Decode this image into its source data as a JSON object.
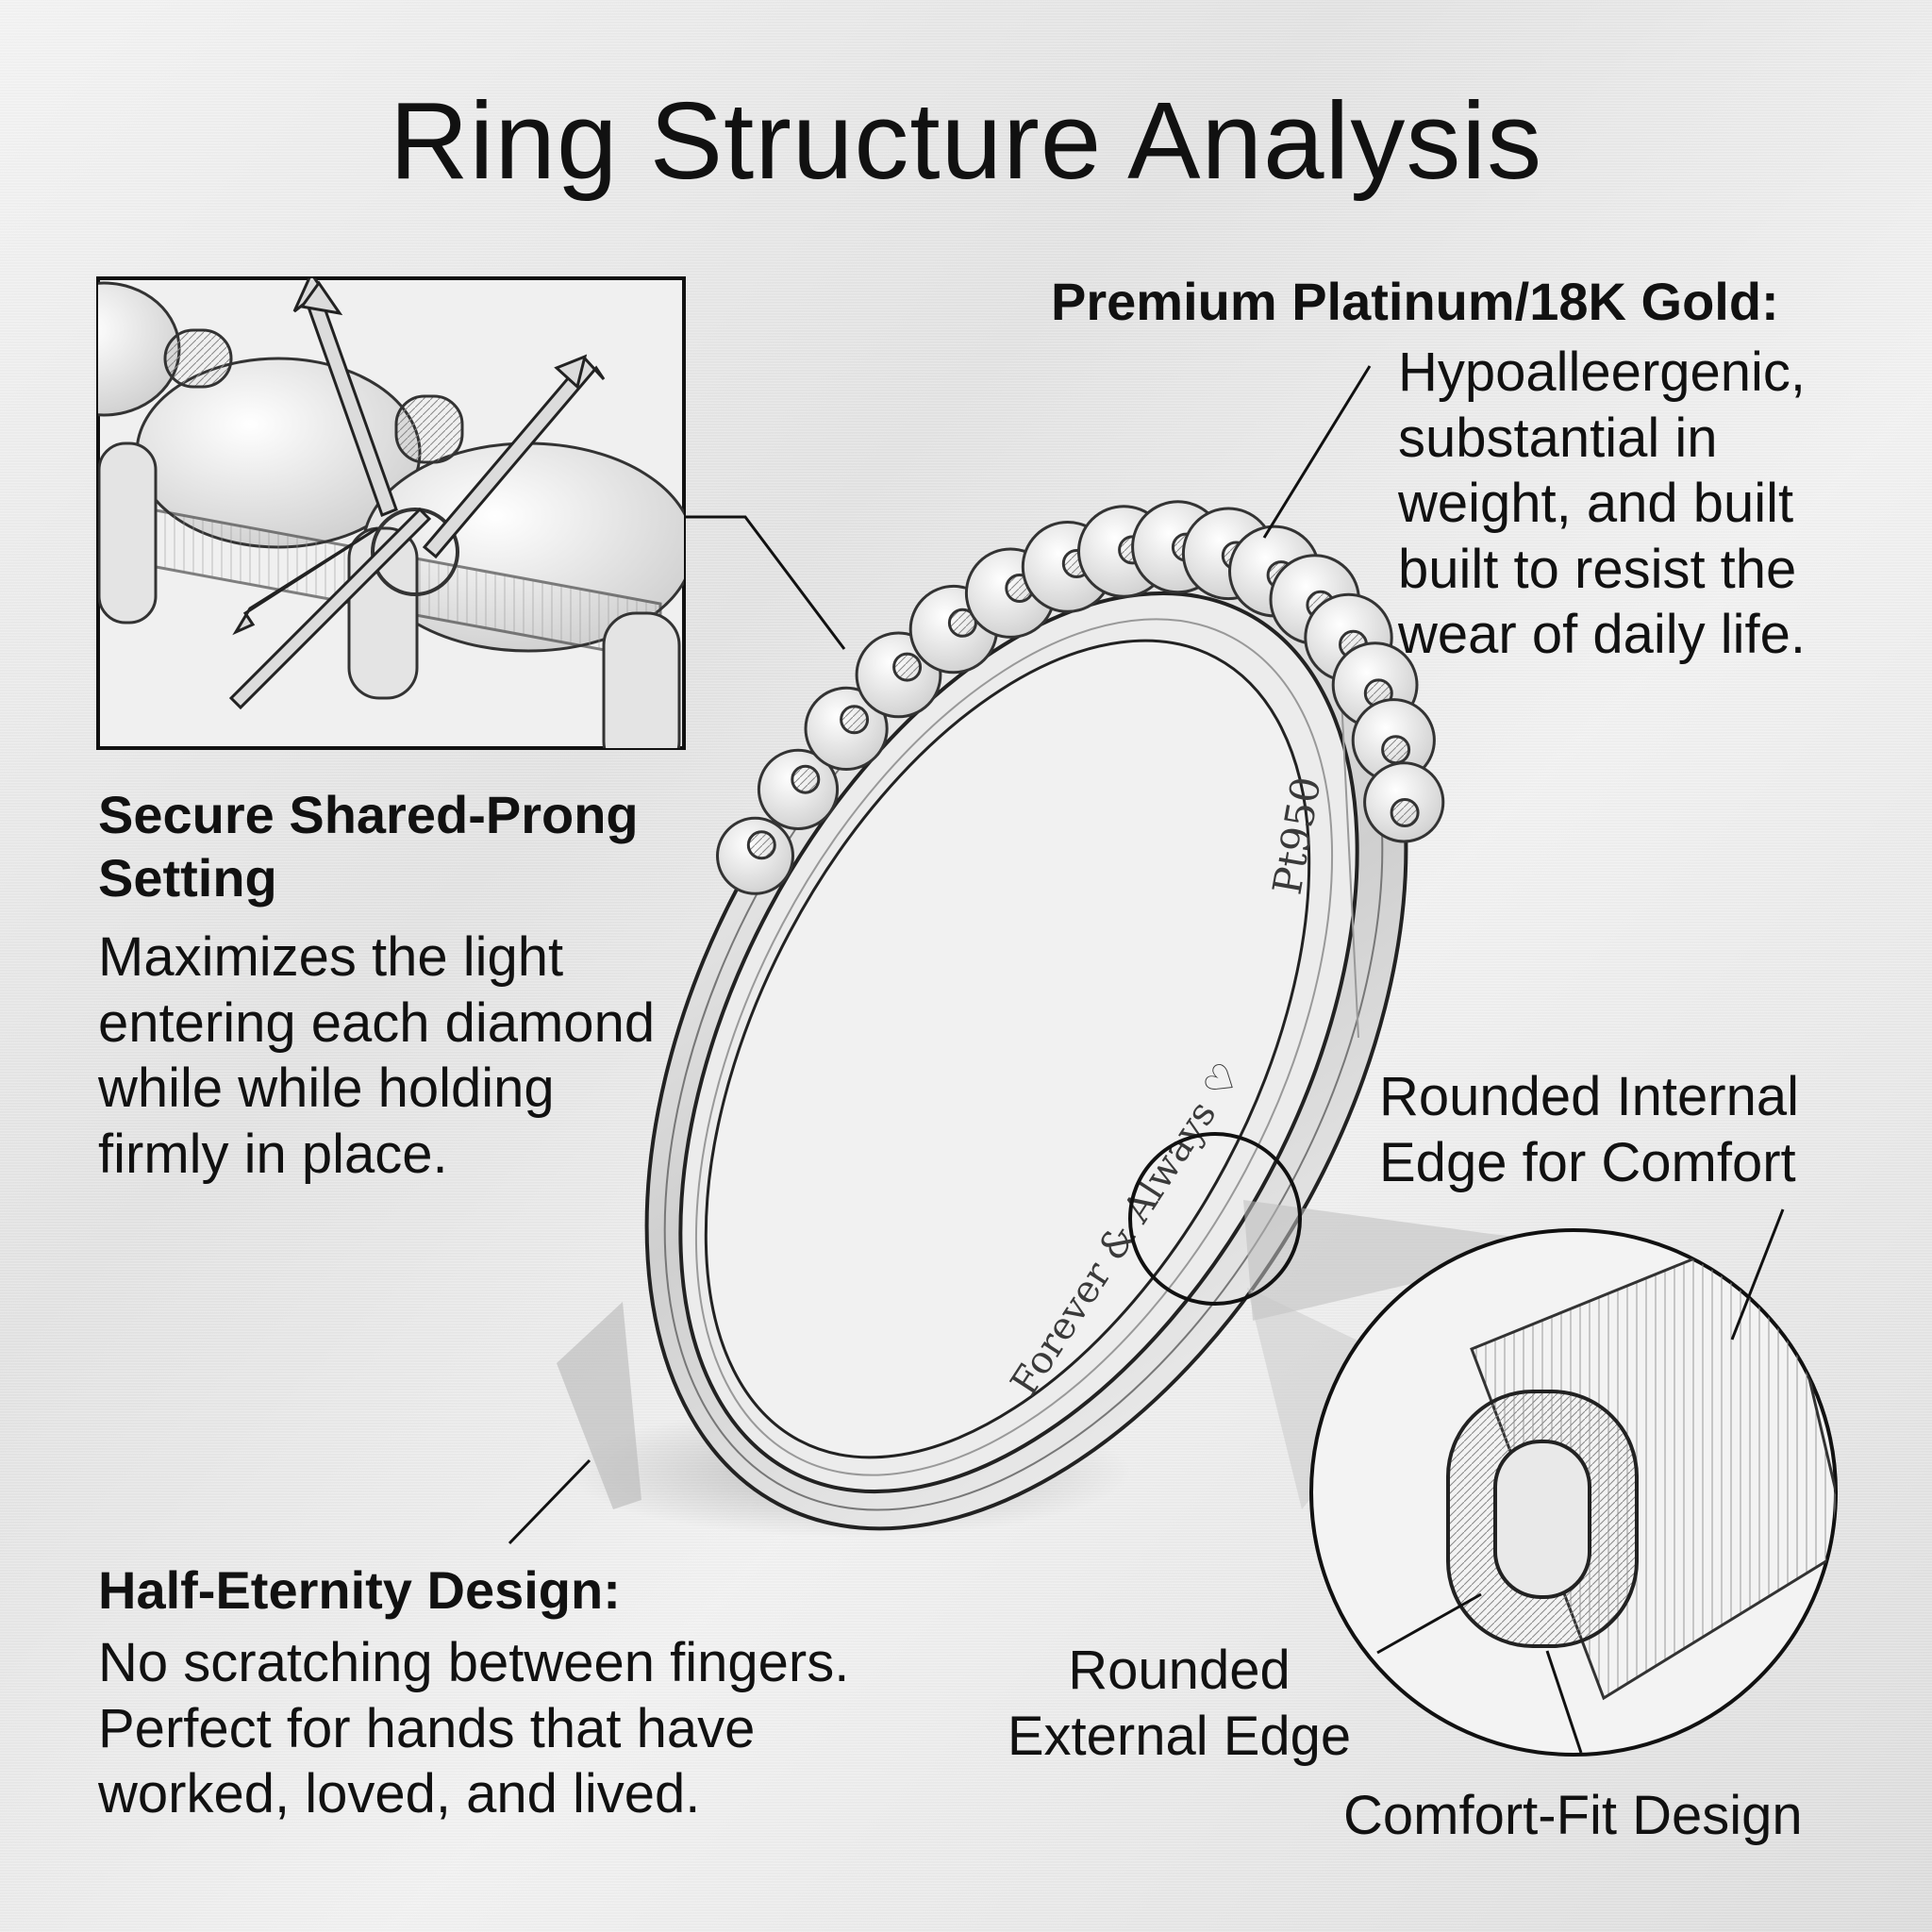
{
  "title": "Ring Structure Analysis",
  "callouts": {
    "metal": {
      "heading": "Premium Platinum/18K Gold:",
      "body": "Hypoalleergenic, substantial in weight, and built built to resist the wear of daily life."
    },
    "prong": {
      "heading": "Secure Shared-Prong Setting",
      "body": "Maximizes the light entering each diamond while while holding firmly in place."
    },
    "eternity": {
      "heading": "Half-Eternity Design:",
      "body": "No scratching between fingers. Perfect for hands that have worked, loved, and lived."
    },
    "internal_edge": "Rounded Internal Edge for Comfort",
    "external_edge": "Rounded External Edge",
    "comfort_fit": "Comfort-Fit Design"
  },
  "engraving": {
    "hallmark": "Pt950",
    "inscription": "Forever & Always ♡"
  },
  "colors": {
    "background": "#e8e8e8",
    "ink": "#111111",
    "metal": "#d8d8d8"
  },
  "icons": [
    "light-ray-arrow-icon",
    "heart-icon"
  ]
}
